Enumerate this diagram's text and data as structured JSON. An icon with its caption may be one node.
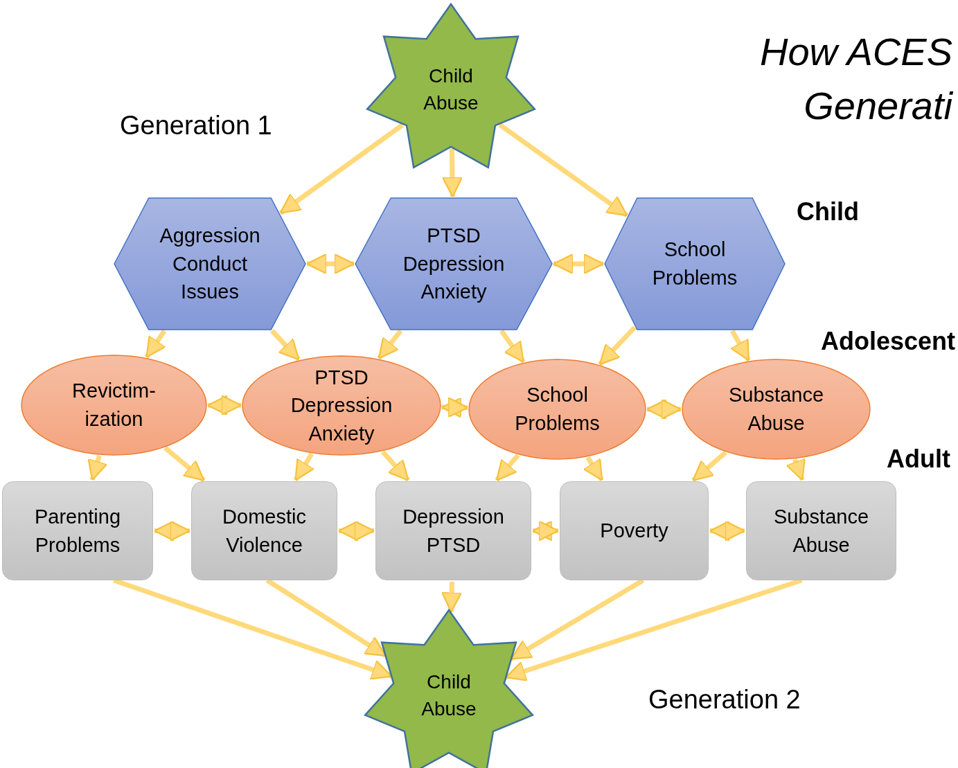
{
  "diagram": {
    "title": "How ACES Generati",
    "nodes": [
      {
        "text": [
          "Child Abuse"
        ]
      },
      {
        "text": [
          "Aggression Conduct Issues"
        ]
      },
      {
        "text": [
          "PTSD Depression Anxiety"
        ]
      },
      {
        "text": [
          "School Problems"
        ]
      },
      {
        "text": [
          "Revictim- ization"
        ]
      },
      {
        "text": [
          "PTSD Depression Anxiety"
        ]
      },
      {
        "text": [
          "School Problems"
        ]
      },
      {
        "text": [
          "Substance Abuse"
        ]
      },
      {
        "text": [
          "Parenting Problems"
        ]
      },
      {
        "text": [
          "Domestic Violence"
        ]
      },
      {
        "text": [
          "Depression PTSD"
        ]
      },
      {
        "text": [
          "Poverty"
        ]
      },
      {
        "text": [
          "Substance Abuse"
        ]
      },
      {
        "text": [
          "Child Abuse"
        ]
      }
    ],
    "edges": [
      {
        "from": 0,
        "to": 1,
        "arrow": "to"
      },
      {
        "from": 0,
        "to": 2,
        "arrow": "to"
      },
      {
        "from": 0,
        "to": 3,
        "arrow": "to"
      },
      {
        "from": 1,
        "to": 2,
        "arrow": "both"
      },
      {
        "from": 2,
        "to": 3,
        "arrow": "both"
      },
      {
        "from": 1,
        "to": 4,
        "arrow": "to"
      },
      {
        "from": 1,
        "to": 5,
        "arrow": "to"
      },
      {
        "from": 2,
        "to": 5,
        "arrow": "to"
      },
      {
        "from": 2,
        "to": 6,
        "arrow": "to"
      },
      {
        "from": 3,
        "to": 6,
        "arrow": "to"
      },
      {
        "from": 3,
        "to": 7,
        "arrow": "to"
      },
      {
        "from": 4,
        "to": 5,
        "arrow": "both"
      },
      {
        "from": 5,
        "to": 6,
        "arrow": "both"
      },
      {
        "from": 6,
        "to": 7,
        "arrow": "both"
      },
      {
        "from": 4,
        "to": 8,
        "arrow": "to"
      },
      {
        "from": 4,
        "to": 9,
        "arrow": "to"
      },
      {
        "from": 5,
        "to": 9,
        "arrow": "to"
      },
      {
        "from": 5,
        "to": 10,
        "arrow": "to"
      },
      {
        "from": 6,
        "to": 10,
        "arrow": "to"
      },
      {
        "from": 6,
        "to": 11,
        "arrow": "to"
      },
      {
        "from": 7,
        "to": 11,
        "arrow": "to"
      },
      {
        "from": 7,
        "to": 12,
        "arrow": "to"
      },
      {
        "from": 8,
        "to": 9,
        "arrow": "both"
      },
      {
        "from": 9,
        "to": 10,
        "arrow": "both"
      },
      {
        "from": 10,
        "to": 11,
        "arrow": "both"
      },
      {
        "from": 11,
        "to": 12,
        "arrow": "both"
      },
      {
        "from": 8,
        "to": 13,
        "arrow": "to"
      },
      {
        "from": 9,
        "to": 13,
        "arrow": "to"
      },
      {
        "from": 10,
        "to": 13,
        "arrow": "to"
      },
      {
        "from": 11,
        "to": 13,
        "arrow": "to"
      },
      {
        "from": 12,
        "to": 13,
        "arrow": "to"
      }
    ],
    "labels": [
      "Generation 1",
      "Child",
      "Adolescent",
      "Adult",
      "Generation 2"
    ]
  }
}
